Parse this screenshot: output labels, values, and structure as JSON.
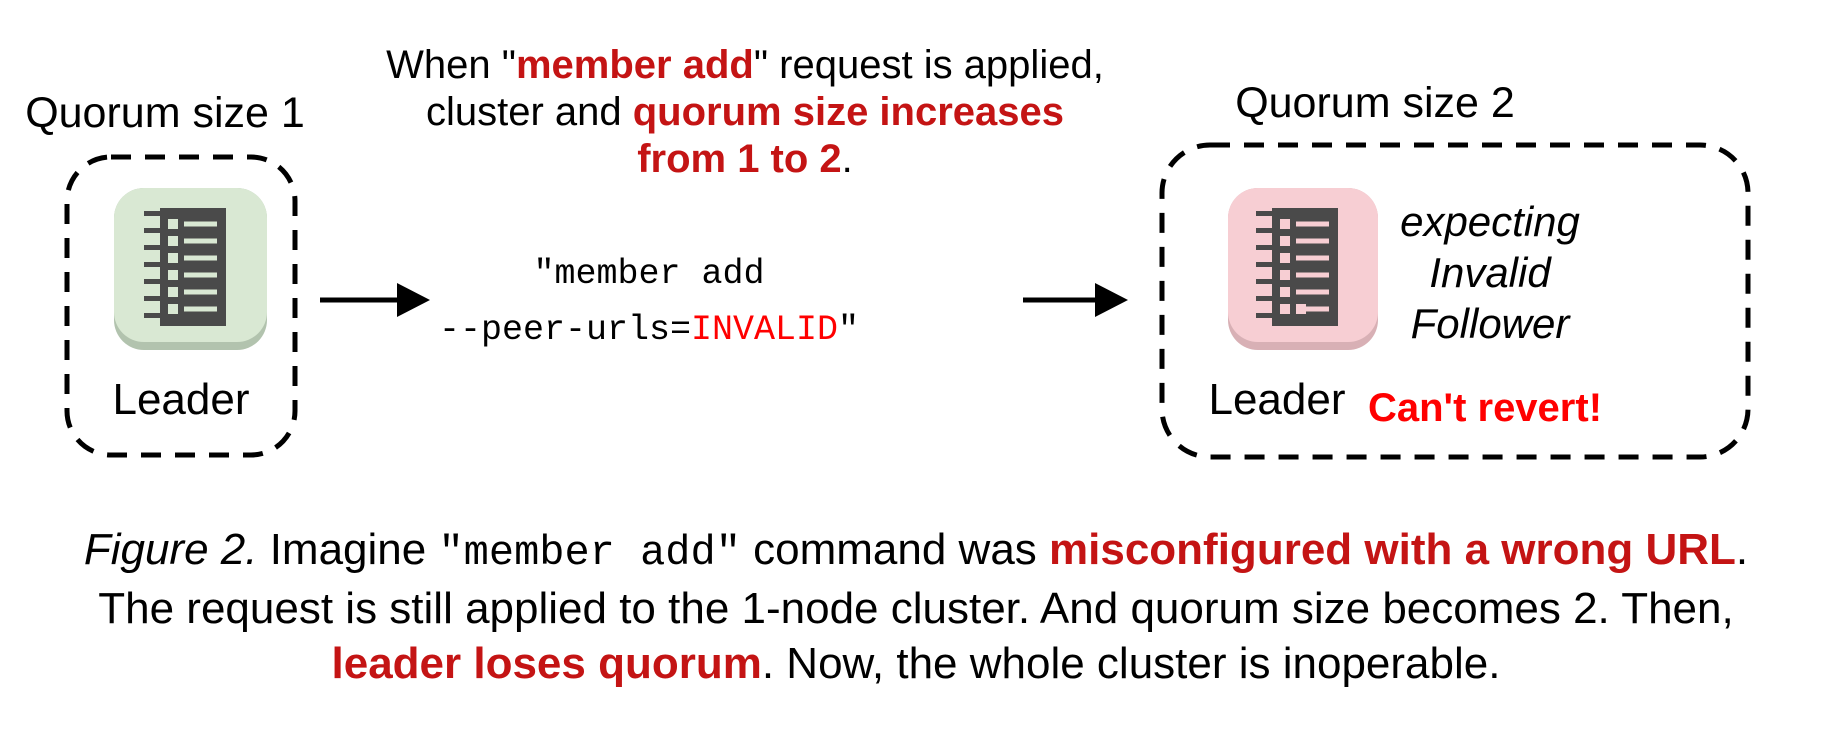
{
  "palette": {
    "emphasis_red": "#c41414",
    "bright_red": "#ff0000",
    "green_icon_bg": "#d9e8d3",
    "green_icon_lip": "#b2c3ae",
    "pink_icon_bg": "#f7ced3",
    "pink_icon_lip": "#d8b0b5",
    "icon_glyph": "#4a4a4a"
  },
  "left_cluster": {
    "heading": "Quorum size 1",
    "node_label": "Leader"
  },
  "middle": {
    "note_line1_pre": "When \"",
    "note_line1_em": "member add",
    "note_line1_post": "\" request is applied,",
    "note_line2_pre": "cluster and ",
    "note_line2_em": "quorum size increases",
    "note_line3_em": "from 1 to 2",
    "note_line3_post": ".",
    "code_line1": "\"member add",
    "code_line2_pre": "--peer-urls=",
    "code_line2_invalid": "INVALID",
    "code_line2_post": "\""
  },
  "right_cluster": {
    "heading": "Quorum size 2",
    "node_label": "Leader",
    "expecting_lines": [
      "expecting",
      "Invalid",
      "Follower"
    ],
    "warning": "Can't revert!"
  },
  "caption": {
    "figure_label": "Figure 2.",
    "line1_pre": " Imagine ",
    "line1_code": "\"member add\"",
    "line1_mid": " command was ",
    "line1_em": "misconfigured with a wrong URL",
    "line1_post": ".",
    "line2": "The request is still applied to the 1-node cluster. And quorum size becomes 2. Then,",
    "line3_em": "leader loses quorum",
    "line3_post": ". Now, the whole cluster is inoperable."
  }
}
